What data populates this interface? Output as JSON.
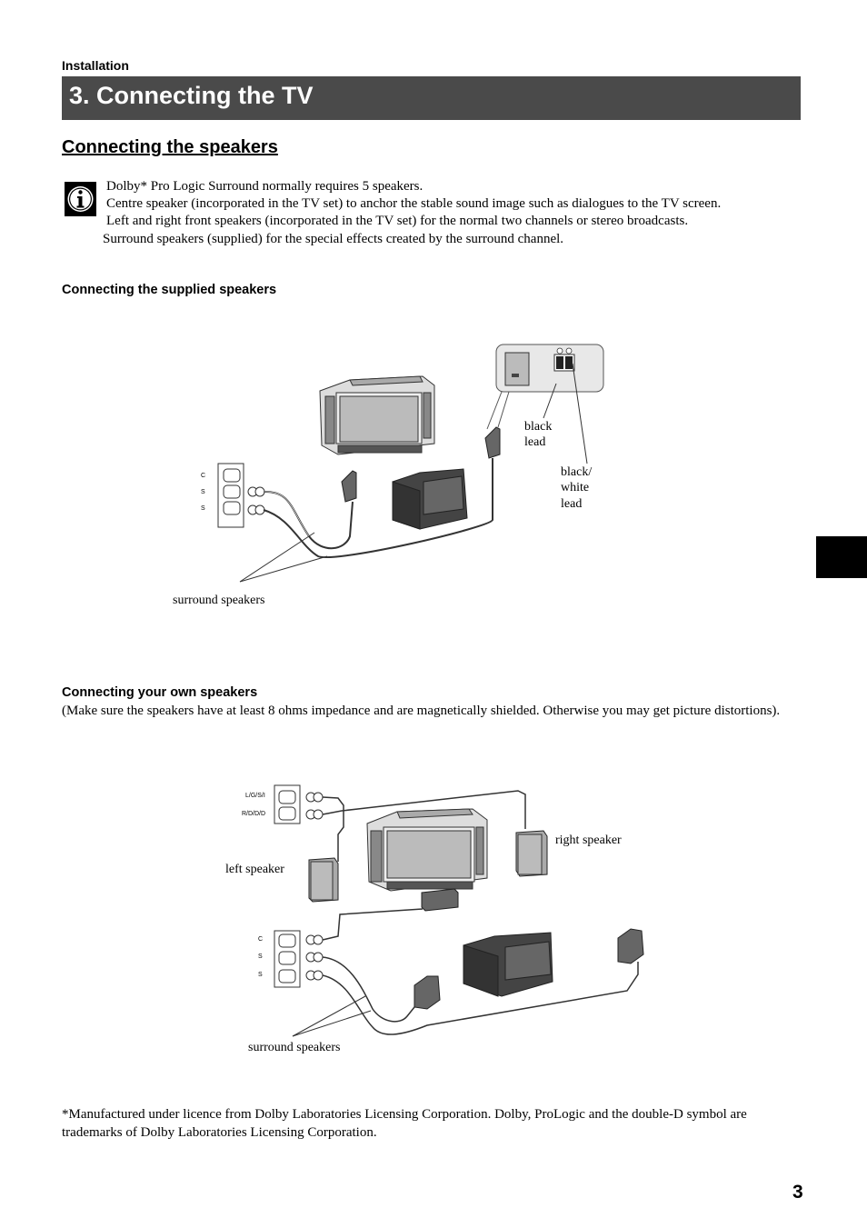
{
  "header": {
    "section_label": "Installation",
    "title": "3. Connecting the TV"
  },
  "subheading": "Connecting the speakers",
  "info": {
    "icon": "info-icon",
    "lines": [
      "Dolby* Pro Logic Surround normally requires 5 speakers.",
      "Centre speaker (incorporated in the TV set) to anchor the stable sound image such as dialogues to the TV screen.",
      "Left and right front speakers (incorporated in the TV set) for the normal two channels or stereo broadcasts.",
      "Surround speakers (supplied) for the special effects created by the surround channel."
    ]
  },
  "supplied": {
    "heading": "Connecting the supplied speakers",
    "labels": {
      "black_lead_1": "black",
      "black_lead_2": "lead",
      "bw_lead_1": "black/",
      "bw_lead_2": "white",
      "bw_lead_3": "lead",
      "surround": "surround speakers"
    },
    "connectors": [
      "C",
      "S",
      "S"
    ]
  },
  "own": {
    "heading": "Connecting your own speakers",
    "note": "(Make sure the speakers have at least 8 ohms impedance and are magnetically shielded. Otherwise you may get picture distortions).",
    "labels": {
      "left": "left speaker",
      "right": "right speaker",
      "surround": "surround speakers"
    },
    "front_connectors": [
      "L/G/S/I",
      "R/D/D/D"
    ],
    "rear_connectors": [
      "C",
      "S",
      "S"
    ]
  },
  "footnote": "*Manufactured under licence from Dolby Laboratories Licensing Corporation.  Dolby, ProLogic and the double-D symbol are trademarks of Dolby Laboratories Licensing Corporation.",
  "page_number": "3"
}
